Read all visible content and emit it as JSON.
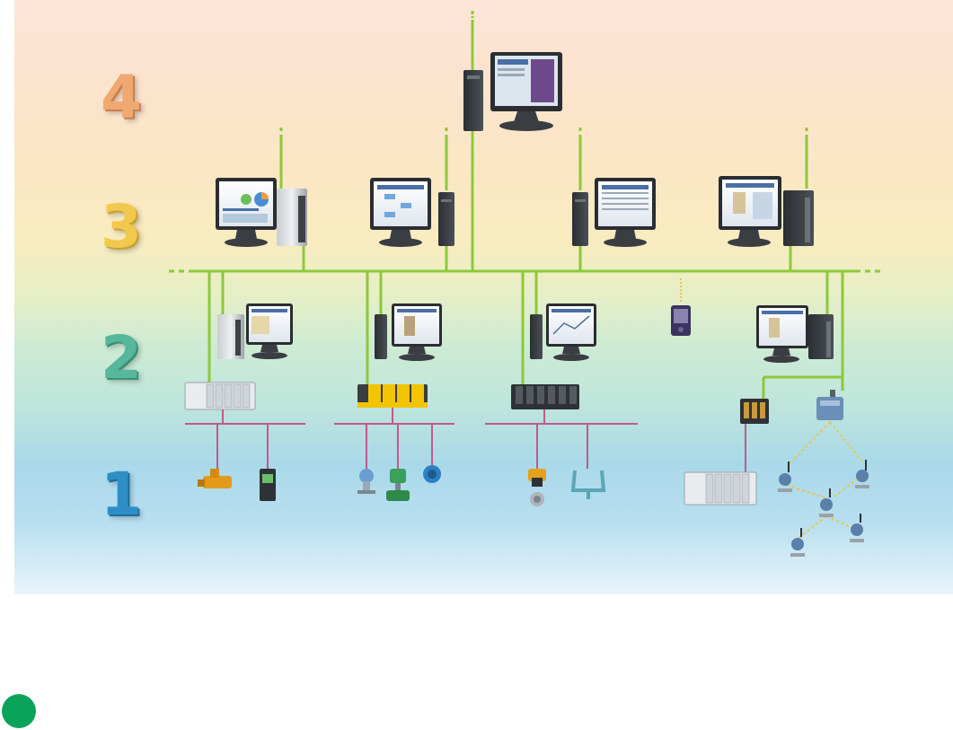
{
  "diagram": {
    "levels": [
      {
        "number": "4",
        "color": "#f0a871"
      },
      {
        "number": "3",
        "color": "#f2c94c"
      },
      {
        "number": "2",
        "color": "#56b79a"
      },
      {
        "number": "1",
        "color": "#2d8fc6"
      }
    ],
    "colors": {
      "control_network": "#8cc83c",
      "field_bus": "#c05a8c",
      "wireless_mesh": "#e6c84c",
      "status_dot": "#0aa35a"
    },
    "icons": {
      "workstation": "desktop-computer-icon",
      "tower": "tower-pc-icon",
      "monitor": "monitor-icon",
      "controller": "controller-rack-icon",
      "handheld": "handheld-device-icon",
      "gateway": "wireless-gateway-icon",
      "transmitter": "transmitter-icon",
      "valve": "valve-icon",
      "flowmeter": "flowmeter-icon"
    }
  }
}
